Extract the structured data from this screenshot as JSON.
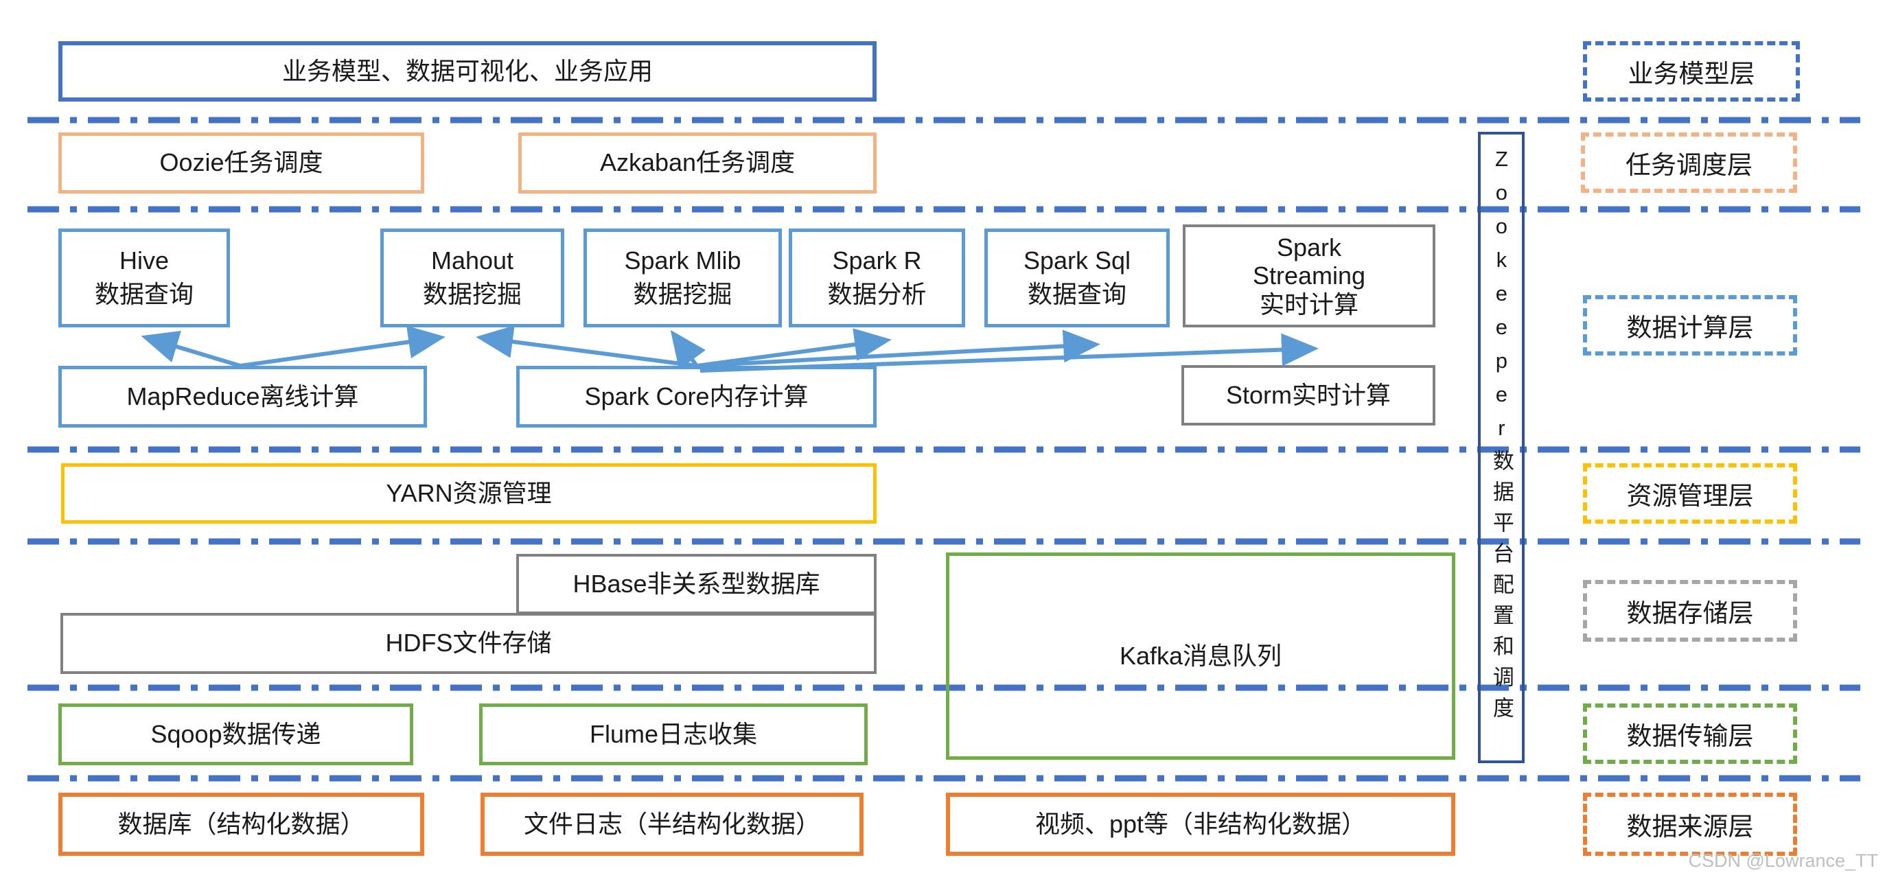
{
  "diagram": {
    "business": {
      "apps": "业务模型、数据可视化、业务应用"
    },
    "scheduling": {
      "oozie": "Oozie任务调度",
      "azkaban": "Azkaban任务调度"
    },
    "compute": {
      "hive": "Hive\n数据查询",
      "mahout": "Mahout\n数据挖掘",
      "spark_mlib": "Spark Mlib\n数据挖掘",
      "spark_r": "Spark R\n数据分析",
      "spark_sql": "Spark Sql\n数据查询",
      "spark_streaming": "Spark\nStreaming\n实时计算",
      "mapreduce": "MapReduce离线计算",
      "spark_core": "Spark Core内存计算",
      "storm": "Storm实时计算"
    },
    "resource": {
      "yarn": "YARN资源管理"
    },
    "storage": {
      "hbase": "HBase非关系型数据库",
      "hdfs": "HDFS文件存储",
      "kafka": "Kafka消息队列"
    },
    "transport": {
      "sqoop": "Sqoop数据传递",
      "flume": "Flume日志收集"
    },
    "sources": {
      "db": "数据库（结构化数据）",
      "logs": "文件日志（半结构化数据）",
      "media": "视频、ppt等（非结构化数据）"
    },
    "zookeeper": "Zookeeper数据平台配置和调度",
    "layers": {
      "business": "业务模型层",
      "scheduling": "任务调度层",
      "compute": "数据计算层",
      "resource": "资源管理层",
      "storage": "数据存储层",
      "transport": "数据传输层",
      "source": "数据来源层"
    },
    "watermark": "CSDN @Lowrance_TT",
    "colors": {
      "dark_blue": "#4472C4",
      "light_blue": "#5B9BD5",
      "zookeeper_blue": "#2F5597",
      "gray": "#808080",
      "light_gray": "#A6A6A6",
      "light_orange": "#F4B183",
      "orange": "#ED7D31",
      "yellow": "#FFC000",
      "green": "#70AD47",
      "arrow": "#5B9BD5"
    }
  }
}
